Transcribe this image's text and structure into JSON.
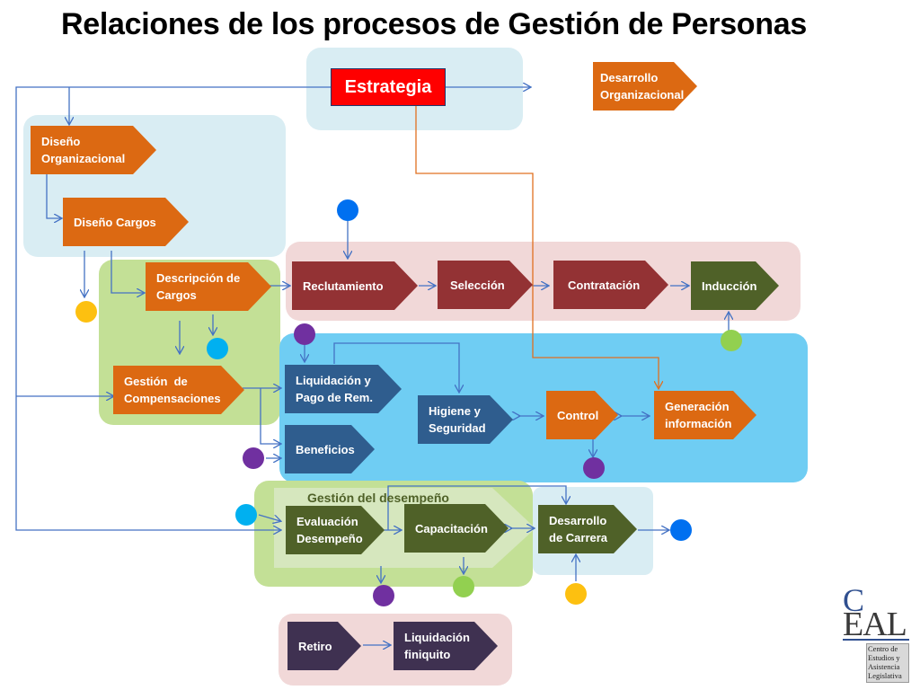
{
  "title": "Relaciones de los procesos de Gestión de Personas",
  "colors": {
    "orange": "#dc6912",
    "red_brown": "#933234",
    "olive": "#4f6128",
    "blue": "#2f5d8e",
    "dark_purple": "#3f3151",
    "strategy_red": "#ff0000",
    "connector_blue": "#4472c4",
    "connector_orange": "#e07020"
  },
  "nodes": {
    "estrategia": "Estrategia",
    "desarrollo_org": "Desarrollo\nOrganizacional",
    "diseno_org": "Diseño\nOrganizacional",
    "diseno_cargos": "Diseño Cargos",
    "descripcion_cargos": "Descripción de\nCargos",
    "gestion_compensaciones": "Gestión  de\nCompensaciones",
    "reclutamiento": "Reclutamiento",
    "seleccion": "Selección",
    "contratacion": "Contratación",
    "induccion": "Inducción",
    "liquidacion_pago": "Liquidación y\nPago de Rem.",
    "beneficios": "Beneficios",
    "higiene": "Higiene y\nSeguridad",
    "control": "Control",
    "generacion": "Generación\ninformación",
    "gestion_desempeno": "Gestión del desempeño",
    "evaluacion": "Evaluación\nDesempeño",
    "capacitacion": "Capacitación",
    "desarrollo_carrera": "Desarrollo\nde Carrera",
    "retiro": "Retiro",
    "liquidacion_finiquito": "Liquidación\nfiniquito"
  },
  "logo": {
    "letters_top": "C",
    "letters_main": "EAL",
    "subtitle": "Centro de\nEstudios y\nAsistencia\nLegislativa"
  }
}
